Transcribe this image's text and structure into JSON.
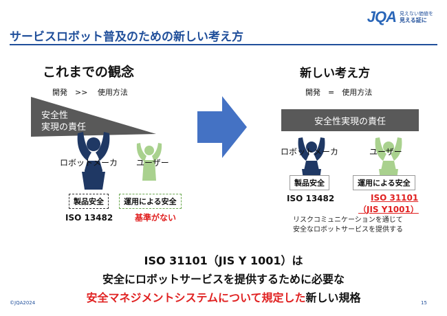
{
  "header": {
    "title": "サービスロボット普及のための新しい考え方",
    "logo_mark": "JQA",
    "logo_tagline_1": "見えない価値を",
    "logo_tagline_2": "見える証に"
  },
  "left_panel": {
    "heading": "これまでの観念",
    "relation": "開発　>>　 使用方法",
    "responsibility_line1": "安全性",
    "responsibility_line2": "実現の責任",
    "manufacturer_label": "ロボットメーカ",
    "user_label": "ユーザー",
    "product_safety_box": "製品安全",
    "operation_safety_box": "運用による安全",
    "iso_standard": "ISO 13482",
    "no_standard": "基準がない"
  },
  "right_panel": {
    "heading": "新しい考え方",
    "relation": "開発　=　使用方法",
    "responsibility_box": "安全性実現の責任",
    "manufacturer_label": "ロボットメーカ",
    "user_label": "ユーザー",
    "product_safety_box": "製品安全",
    "operation_safety_box": "運用による安全",
    "iso_standard": "ISO 13482",
    "iso_31101": "ISO 31101",
    "jis_y1001": "（JIS Y1001）",
    "note_line1": "リスクコミュニケーションを通じて",
    "note_line2": "安全なロボットサービスを提供する"
  },
  "bottom": {
    "line1": "ISO 31101（JIS Y 1001）は",
    "line2": "安全にロボットサービスを提供するために必要な",
    "line3_red": "安全マネジメントシステムについて規定した",
    "line3_rest": "新しい規格"
  },
  "footer": {
    "copyright": "©JQA2024",
    "page_number": "15"
  },
  "colors": {
    "brand_blue": "#1f4e9a",
    "navy_figure": "#1f3864",
    "green_figure": "#a9d18e",
    "accent_red": "#e02020",
    "arrow_blue": "#4472c4",
    "dark_gray": "#595959"
  },
  "icons": [
    "manufacturer-figure-icon",
    "user-figure-icon",
    "right-arrow-icon"
  ]
}
